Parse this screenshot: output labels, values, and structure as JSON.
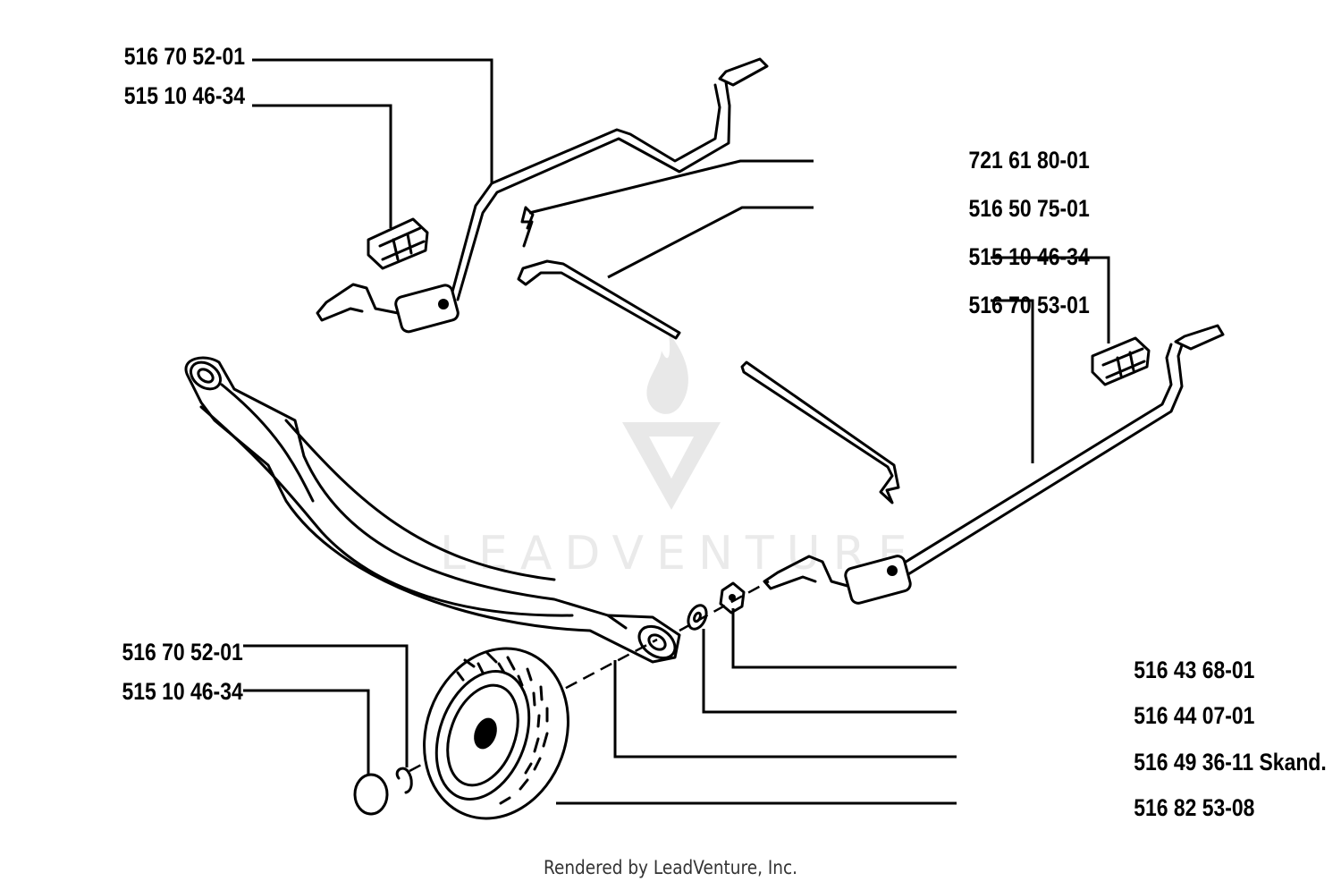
{
  "callouts": {
    "top_left_1": "516 70 52-01",
    "top_left_2": "515 10 46-34",
    "hairpin": "721 61 80-01",
    "rod": "516 50 75-01",
    "right_1": "515 10 46-34",
    "right_2": "516 70 53-01",
    "nut": "516 43 68-01",
    "washer": "516 44 07-01",
    "bolt": "516 49 36-11 Skand.",
    "wheel": "516 82 53-08",
    "bottom_left_1": "516 70 52-01",
    "bottom_left_2": "515 10 46-34"
  },
  "watermark": {
    "text": "LEADVENTURE"
  },
  "footer": {
    "text": "Rendered by LeadVenture, Inc."
  }
}
